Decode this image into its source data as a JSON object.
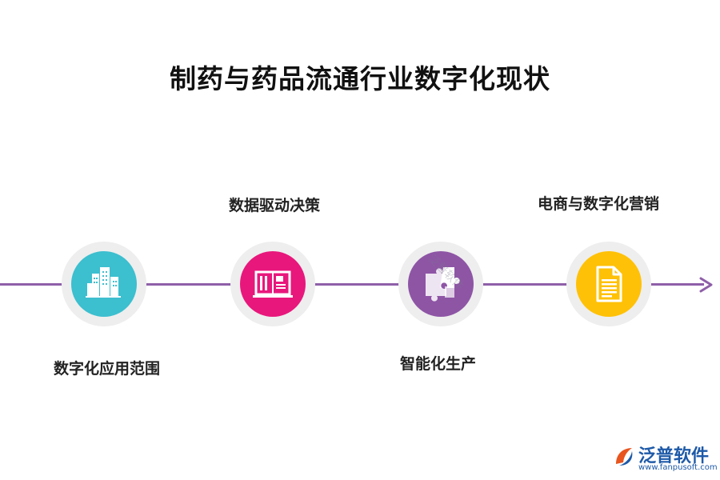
{
  "title": "制药与药品流通行业数字化现状",
  "nodes": [
    {
      "label": "数字化应用范围",
      "icon": "buildings-icon",
      "color": "#3cbfcf"
    },
    {
      "label": "数据驱动决策",
      "icon": "open-book-icon",
      "color": "#e8177c"
    },
    {
      "label": "智能化生产",
      "icon": "puzzle-icon",
      "color": "#8e55a5"
    },
    {
      "label": "电商与数字化营销",
      "icon": "document-icon",
      "color": "#ffc107"
    }
  ],
  "line_color": "#8e5fa8",
  "watermark": "泛普软件",
  "logo": {
    "name": "泛普软件",
    "url": "www.fanpusoft.com",
    "color": "#1e5aa8"
  }
}
